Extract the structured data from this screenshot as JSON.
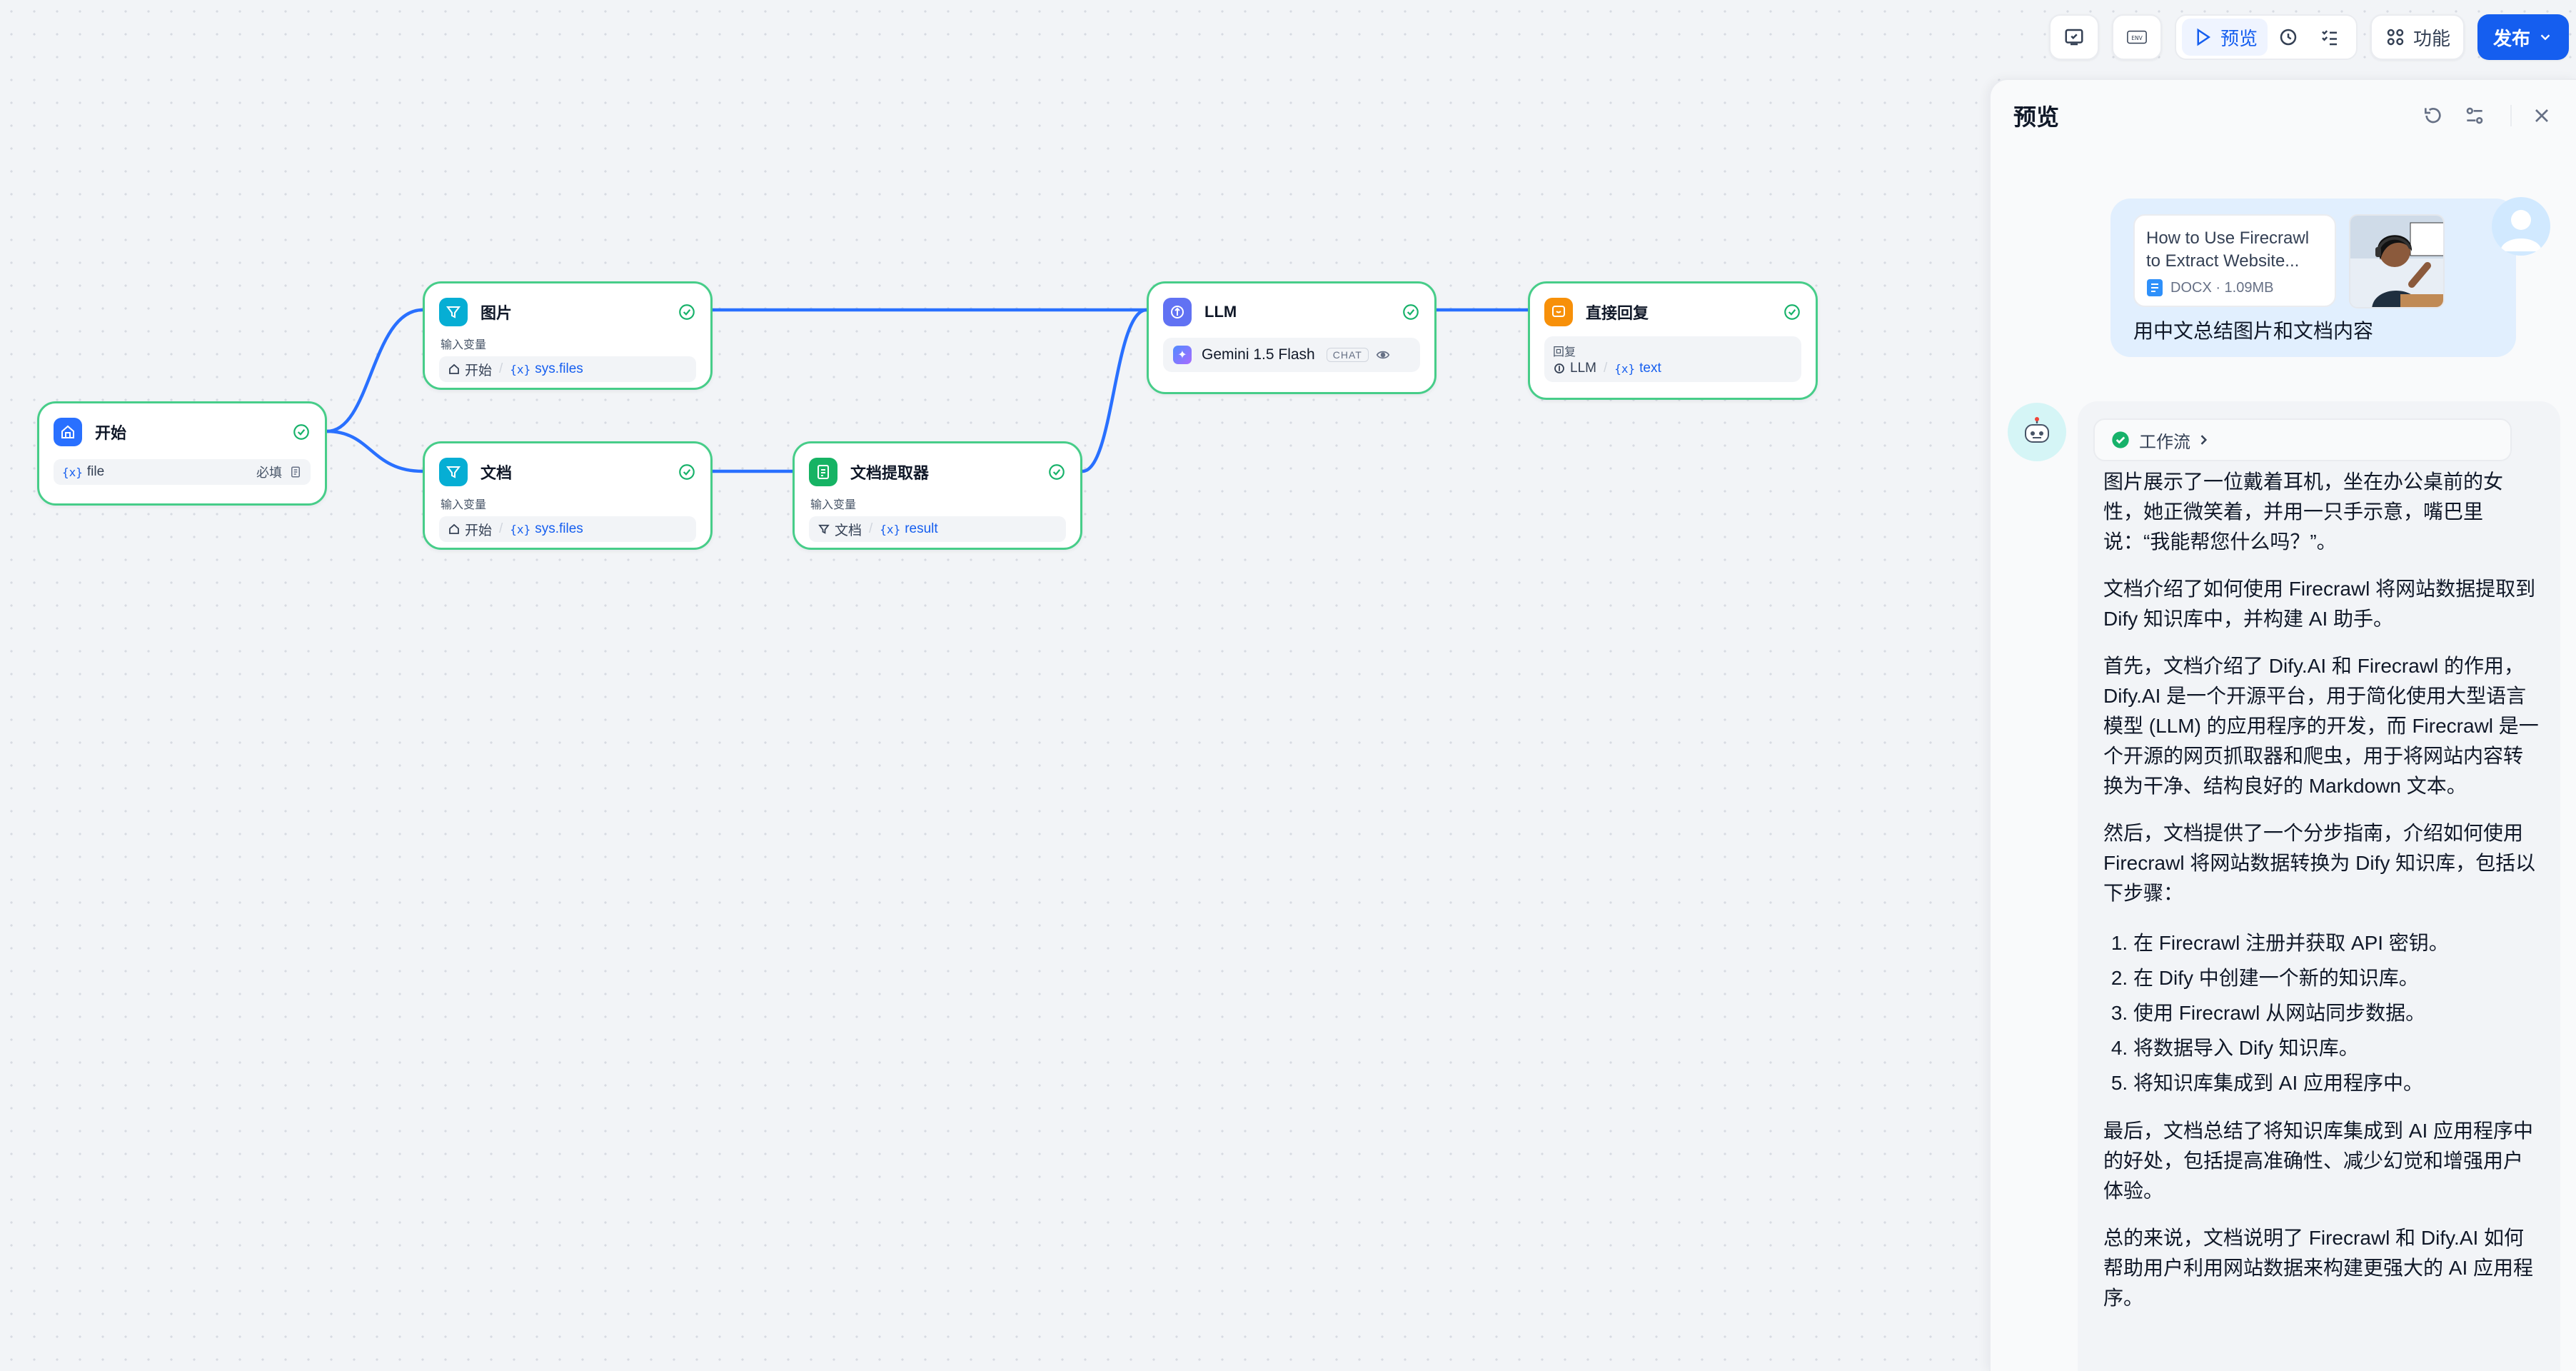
{
  "toolbar": {
    "preview_label": "预览",
    "features_label": "功能",
    "publish_label": "发布",
    "env_label": "ENV"
  },
  "nodes": {
    "start": {
      "title": "开始",
      "var_name": "file",
      "required": "必填"
    },
    "image": {
      "title": "图片",
      "input_label": "输入变量",
      "source": "开始",
      "var": "sys.files"
    },
    "document": {
      "title": "文档",
      "input_label": "输入变量",
      "source": "开始",
      "var": "sys.files"
    },
    "extractor": {
      "title": "文档提取器",
      "input_label": "输入变量",
      "source": "文档",
      "var": "result"
    },
    "llm": {
      "title": "LLM",
      "model": "Gemini 1.5 Flash",
      "mode": "CHAT"
    },
    "answer": {
      "title": "直接回复",
      "reply_label": "回复",
      "source": "LLM",
      "var": "text"
    }
  },
  "colors": {
    "accent": "#155eef",
    "node_border_success": "#47cd89",
    "start_icon": "#2970ff",
    "filter_icon": "#06aed4",
    "extractor_icon": "#16b364",
    "llm_icon": "#6172f3",
    "answer_icon": "#f79009"
  },
  "panel": {
    "title": "预览",
    "user": {
      "file_name": "How to Use Firecrawl to Extract Website...",
      "file_meta": "DOCX · 1.09MB",
      "message": "用中文总结图片和文档内容"
    },
    "bot": {
      "workflow_chip": "工作流",
      "paragraphs": [
        "图片展示了一位戴着耳机，坐在办公桌前的女性，她正微笑着，并用一只手示意，嘴巴里说：“我能帮您什么吗？”。",
        "文档介绍了如何使用 Firecrawl 将网站数据提取到 Dify 知识库中，并构建 AI 助手。",
        "首先，文档介绍了 Dify.AI 和 Firecrawl 的作用，Dify.AI 是一个开源平台，用于简化使用大型语言模型 (LLM) 的应用程序的开发，而 Firecrawl 是一个开源的网页抓取器和爬虫，用于将网站内容转换为干净、结构良好的 Markdown 文本。",
        "然后，文档提供了一个分步指南，介绍如何使用 Firecrawl 将网站数据转换为 Dify 知识库，包括以下步骤："
      ],
      "steps": [
        "在 Firecrawl 注册并获取 API 密钥。",
        "在 Dify 中创建一个新的知识库。",
        "使用 Firecrawl 从网站同步数据。",
        "将数据导入 Dify 知识库。",
        "将知识库集成到 AI 应用程序中。"
      ],
      "closing": [
        "最后，文档总结了将知识库集成到 AI 应用程序中的好处，包括提高准确性、减少幻觉和增强用户体验。",
        "总的来说，文档说明了 Firecrawl 和 Dify.AI 如何帮助用户利用网站数据来构建更强大的 AI 应用程序。"
      ]
    }
  }
}
